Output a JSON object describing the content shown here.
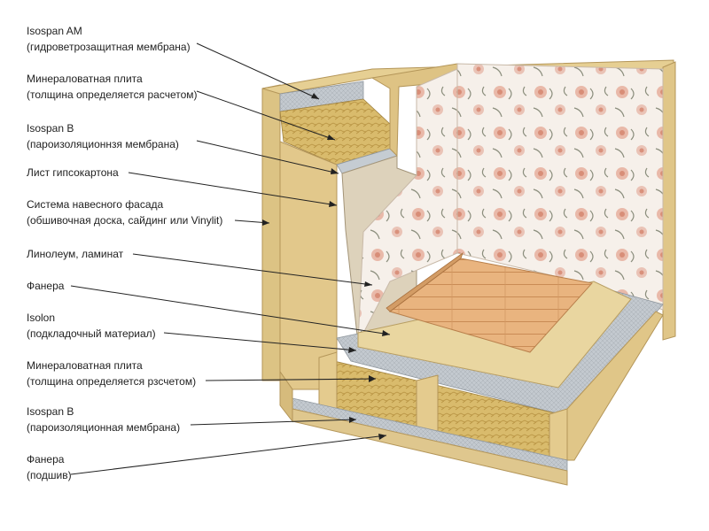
{
  "labels": [
    {
      "line1": "Isospan AM",
      "line2": "(гидроветрозащитная мембрана)"
    },
    {
      "line1": "Минераловатная плита",
      "line2": "(толщина определяется расчетом)"
    },
    {
      "line1": "Isospan B",
      "line2": "(пароизоляционнзя мембрана)"
    },
    {
      "line1": "Лист гипсокартона",
      "line2": ""
    },
    {
      "line1": "Система навесного фасада",
      "line2": "(обшивочная доска, сайдинг или Vinylit)"
    },
    {
      "line1": "Линолеум, ламинат",
      "line2": ""
    },
    {
      "line1": "Фанера",
      "line2": ""
    },
    {
      "line1": "Isolon",
      "line2": "(подкладочный материал)"
    },
    {
      "line1": "Минераловатная плита",
      "line2": "(толщина определяется рзсчетом)"
    },
    {
      "line1": "Isospan B",
      "line2": "(пароизоляционная мембрана)"
    },
    {
      "line1": "Фанера",
      "line2": "(подшив)"
    }
  ],
  "colors": {
    "wood": "#e3c98a",
    "wood_dark": "#c9a86a",
    "mineral_wool": "#d8b86a",
    "membrane": "#b9c1c8",
    "gypsum": "#ddd3bf",
    "wallpaper": "#f4ede6",
    "laminate": "#e8b27d",
    "plywood": "#e9d7a4"
  }
}
